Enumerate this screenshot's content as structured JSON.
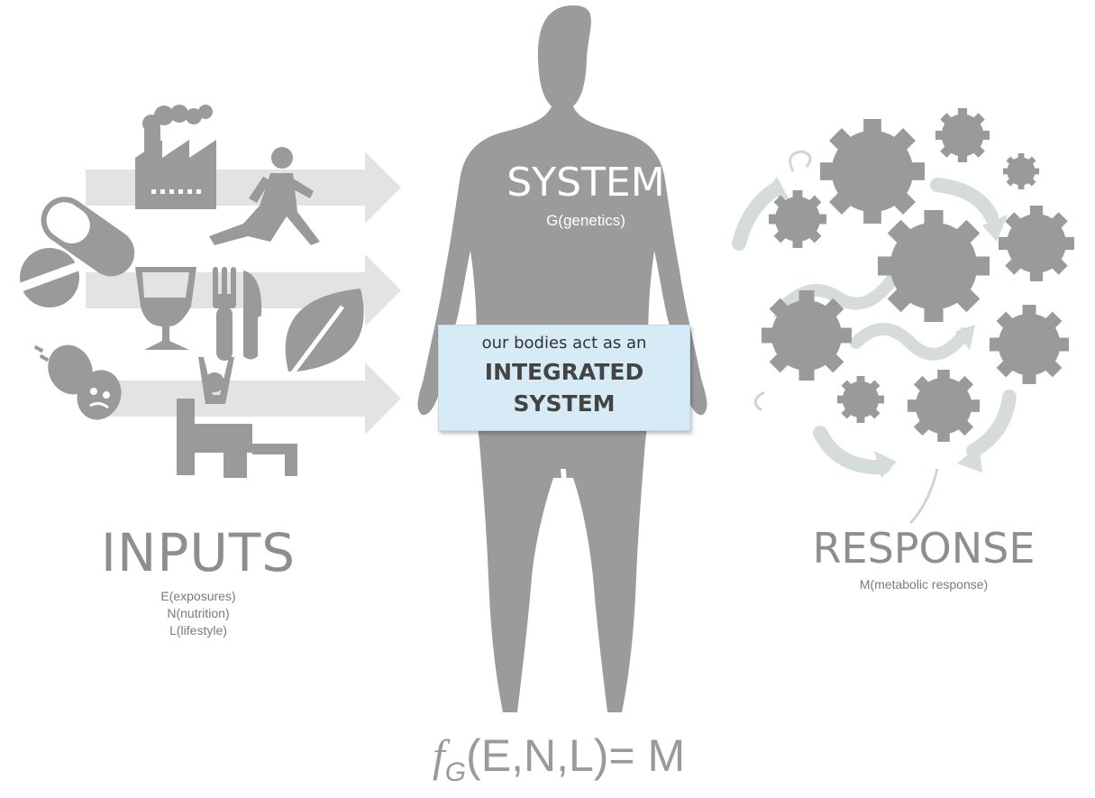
{
  "inputs": {
    "title": "INPUTS",
    "items": [
      "E(exposures)",
      "N(nutrition)",
      "L(lifestyle)"
    ]
  },
  "system": {
    "title": "SYSTEM",
    "subtitle": "G(genetics)"
  },
  "integrated_box": {
    "line1": "our bodies act as an",
    "line2": "INTEGRATED",
    "line3": "SYSTEM"
  },
  "response": {
    "title": "RESPONSE",
    "subtitle": "M(metabolic response)"
  },
  "formula": {
    "function": "f",
    "subscript": "G",
    "expression": "(E,N,L)= M"
  },
  "colors": {
    "icon_gray": "#9a9a9a",
    "arrow_gray": "#e3e3e3",
    "body_gray": "#9b9b9b",
    "box_blue": "#d6ebf5"
  }
}
